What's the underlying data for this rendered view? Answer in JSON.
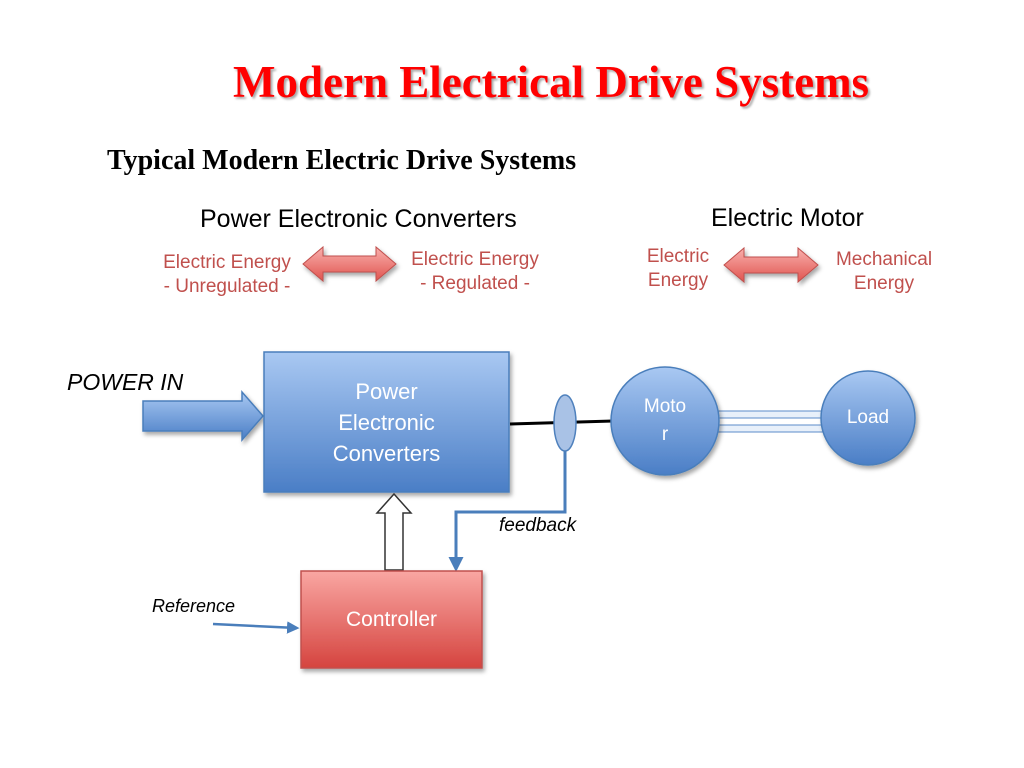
{
  "title": "Modern Electrical Drive Systems",
  "subtitle": "Typical Modern Electric Drive Systems",
  "converters_section": {
    "heading": "Power Electronic Converters",
    "input": {
      "line1": "Electric Energy",
      "line2": "- Unregulated -"
    },
    "output": {
      "line1": "Electric Energy",
      "line2": "- Regulated -"
    }
  },
  "motor_section": {
    "heading": "Electric Motor",
    "input": {
      "line1": "Electric",
      "line2": "Energy"
    },
    "output": {
      "line1": "Mechanical",
      "line2": "Energy"
    }
  },
  "diagram": {
    "power_in": "POWER IN",
    "converter_block": {
      "line1": "Power",
      "line2": "Electronic",
      "line3": "Converters"
    },
    "motor": {
      "line1": "Moto",
      "line2": "r"
    },
    "load": "Load",
    "feedback": "feedback",
    "controller": "Controller",
    "reference": "Reference"
  },
  "colors": {
    "title": "#ff0000",
    "energy_text": "#c0504d",
    "block_blue": "#4f81bd",
    "block_red": "#d9534f",
    "connector": "#4a7ebb"
  }
}
